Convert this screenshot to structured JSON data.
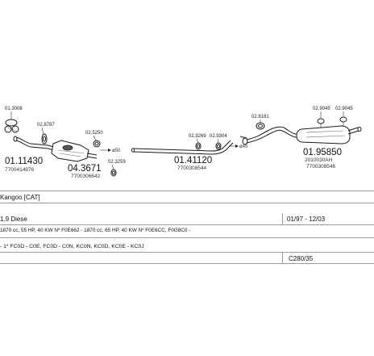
{
  "parts": {
    "p1_code": "01.3008",
    "p2_code": "02.8787",
    "p3_main": "01.11430",
    "p3_sub": "7700414976",
    "p4_main": "04.3671",
    "p4_sub": "7700306642",
    "p5_code": "02.5250",
    "p6_code": "02.3259",
    "p7_label": "ø50",
    "p8_main": "01.41120",
    "p8_sub": "7700308544",
    "p9_code": "02.9269",
    "p10_code": "02.9304",
    "p11_label": "ø45",
    "p12_code": "02.8181",
    "p13_code": "02.9045",
    "p14_code": "02.9045",
    "p15_main": "01.95850",
    "p15_sub1": "2010030AH",
    "p15_sub2": "7700308546"
  },
  "info": {
    "model": "Kangoo  [CAT]",
    "engine": "1.9 Diese",
    "date_range": "01/97 - 12/03",
    "specs": "1870 cc, 55 HP, 40 KW Nº F0E662 - 1870 cc, 65 HP, 40 KW Nº F0E6CC, F0G8C0 -",
    "codes": "- 1* FC0D - C0E, FC0D - C0N, KC0N, KC0D, KC0E - KC0J",
    "ref": "C280/35"
  }
}
